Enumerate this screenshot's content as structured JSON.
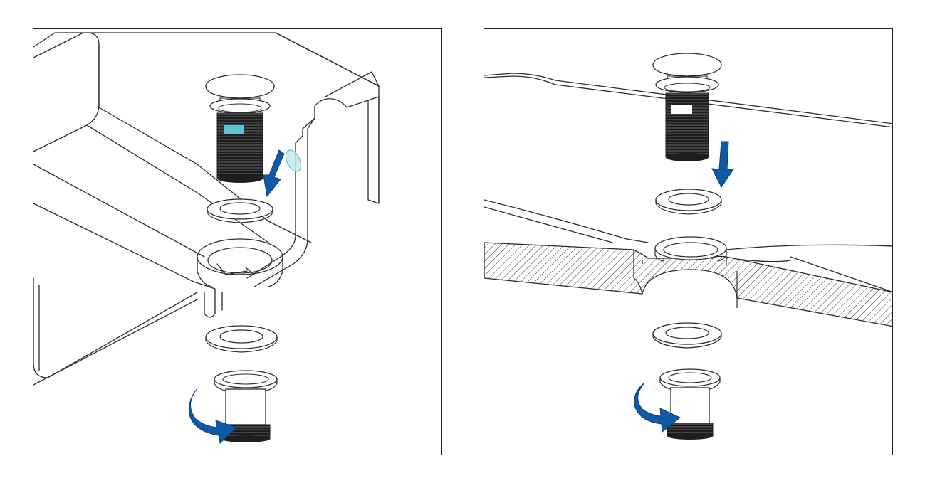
{
  "colors": {
    "line": "#2b2b2b",
    "arrow_blue": "#0f5aa6",
    "highlight_cyan": "#5fc3cf",
    "hatch": "#333333",
    "background": "#ffffff"
  },
  "panels": [
    {
      "id": "left",
      "parts": [
        "pop-up-plug",
        "upper-washer",
        "sink-with-overflow-channel",
        "lower-washer",
        "drain-body"
      ],
      "arrows": [
        "down-arrow",
        "rotate-arrow"
      ]
    },
    {
      "id": "right",
      "parts": [
        "pop-up-plug",
        "upper-washer",
        "sink-cross-section",
        "lower-washer",
        "drain-body"
      ],
      "arrows": [
        "down-arrow",
        "rotate-arrow"
      ]
    }
  ]
}
